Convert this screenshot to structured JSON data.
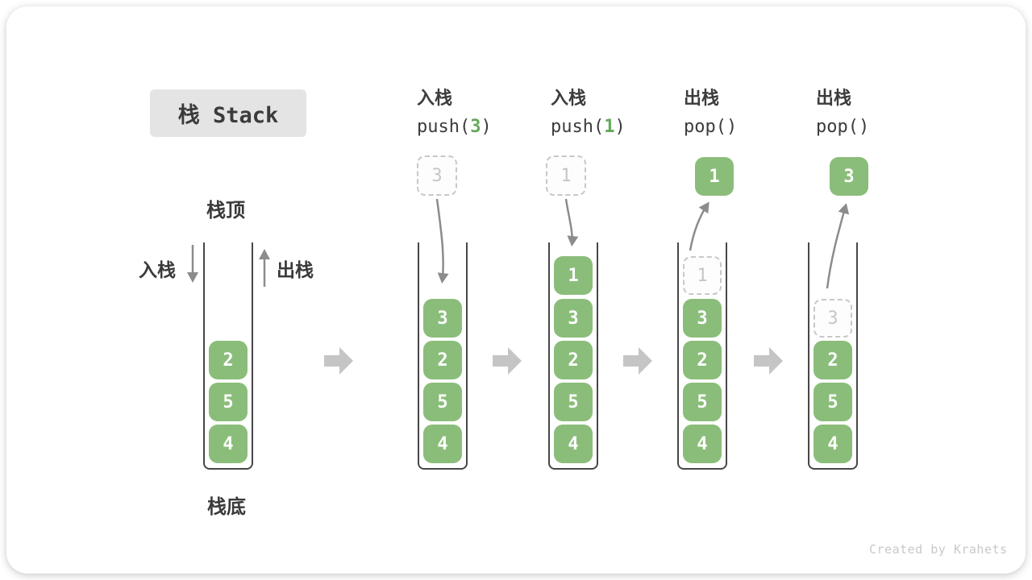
{
  "title": "栈 Stack",
  "annotations": {
    "stack_top": "栈顶",
    "stack_bottom": "栈底",
    "push_side": "入栈",
    "pop_side": "出栈"
  },
  "operations": [
    {
      "action": "入栈",
      "fn": "push(",
      "arg": "3",
      "close": ")"
    },
    {
      "action": "入栈",
      "fn": "push(",
      "arg": "1",
      "close": ")"
    },
    {
      "action": "出栈",
      "fn": "pop(",
      "arg": "",
      "close": ")"
    },
    {
      "action": "出栈",
      "fn": "pop(",
      "arg": "",
      "close": ")"
    }
  ],
  "floating_values": [
    {
      "value": "3",
      "style": "dashed"
    },
    {
      "value": "1",
      "style": "dashed"
    },
    {
      "value": "1",
      "style": "solid"
    },
    {
      "value": "3",
      "style": "solid"
    }
  ],
  "stacks": [
    {
      "blocks": [
        "2",
        "5",
        "4"
      ]
    },
    {
      "blocks": [
        "3",
        "2",
        "5",
        "4"
      ]
    },
    {
      "blocks": [
        "1",
        "3",
        "2",
        "5",
        "4"
      ]
    },
    {
      "ghost": "1",
      "blocks": [
        "3",
        "2",
        "5",
        "4"
      ]
    },
    {
      "ghost": "3",
      "blocks": [
        "2",
        "5",
        "4"
      ]
    }
  ],
  "watermark": "Created by Krahets",
  "colors": {
    "block_green": "#8bbd7a",
    "code_arg_green": "#64a85a",
    "flow_arrow_gray": "#c5c5c5",
    "curve_arrow_gray": "#8c8c8c",
    "ghost_gray": "#c6c6c6",
    "text_dark": "#3b3b3b",
    "title_bg": "#e4e4e4",
    "watermark_gray": "#c9c9c9"
  }
}
